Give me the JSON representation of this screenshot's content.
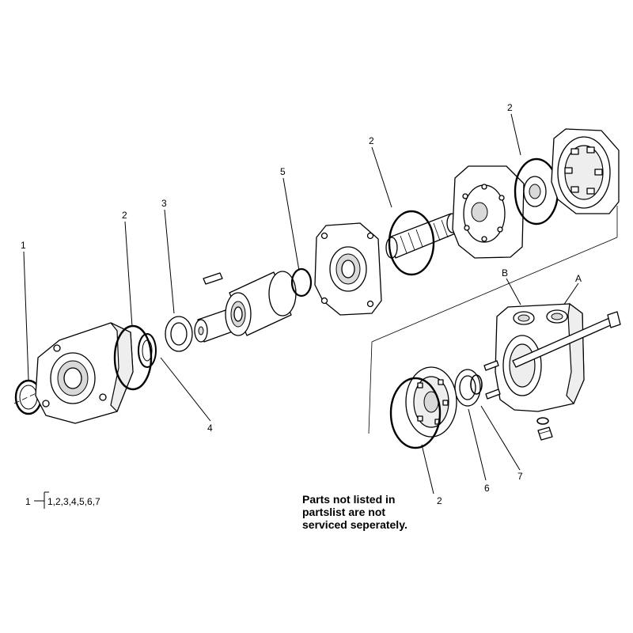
{
  "callouts": {
    "n1": "1",
    "n2_left": "2",
    "n3": "3",
    "n4": "4",
    "n5": "5",
    "n2_shaft": "2",
    "n2_top": "2",
    "nB": "B",
    "nA": "A",
    "n2_bottom": "2",
    "n6": "6",
    "n7": "7"
  },
  "kit": {
    "parent": "1",
    "children": "1,2,3,4,5,6,7"
  },
  "note": {
    "line1": "Parts not listed in",
    "line2": "partslist are not",
    "line3": "serviced seperately."
  }
}
